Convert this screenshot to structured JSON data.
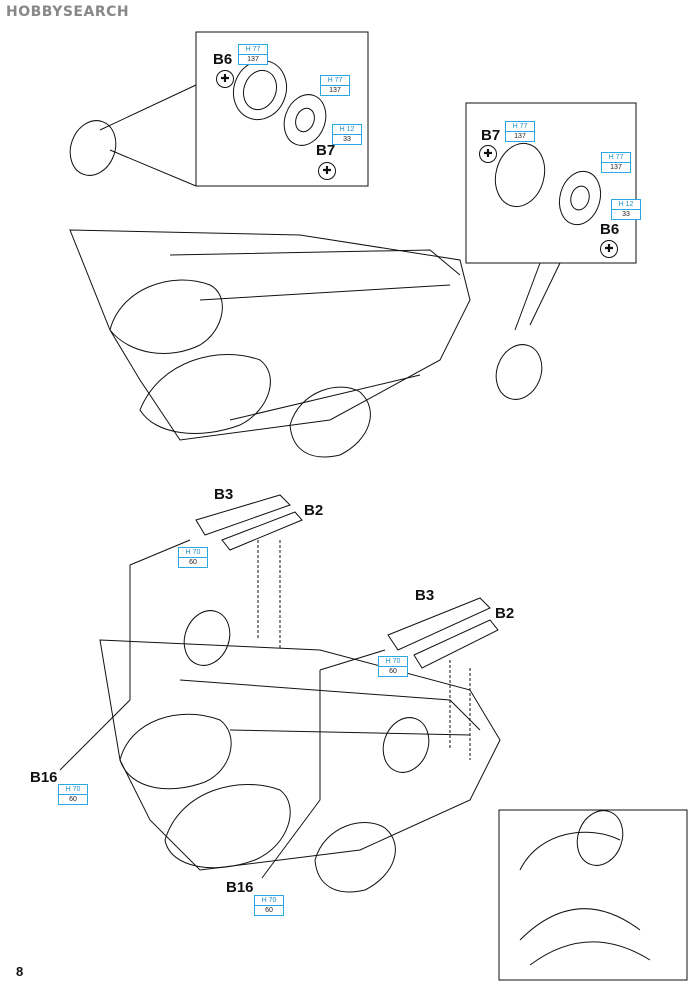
{
  "watermark": {
    "brand": "HOBBY",
    "suffix": "SEARCH"
  },
  "page_number": "8",
  "parts": {
    "b6_top": "B6",
    "b7_top": "B7",
    "b7_right": "B7",
    "b6_right": "B6",
    "b3_mid": "B3",
    "b2_mid": "B2",
    "b3_right": "B3",
    "b2_right": "B2",
    "b16_left": "B16",
    "b16_mid": "B16"
  },
  "paints": {
    "p1": {
      "code": "H 77",
      "num": "137"
    },
    "p2": {
      "code": "H 77",
      "num": "137"
    },
    "p3": {
      "code": "H 12",
      "num": "33"
    },
    "p4": {
      "code": "H 77",
      "num": "137"
    },
    "p5": {
      "code": "H 77",
      "num": "137"
    },
    "p6": {
      "code": "H 12",
      "num": "33"
    },
    "p7": {
      "code": "H 70",
      "num": "60"
    },
    "p8": {
      "code": "H 70",
      "num": "60"
    },
    "p9": {
      "code": "H 70",
      "num": "60"
    },
    "p10": {
      "code": "H 70",
      "num": "60"
    }
  },
  "icons": {
    "star": "✚"
  },
  "colors": {
    "paint_box": "#2aa6e0",
    "line": "#111111",
    "watermark": "#888888"
  }
}
